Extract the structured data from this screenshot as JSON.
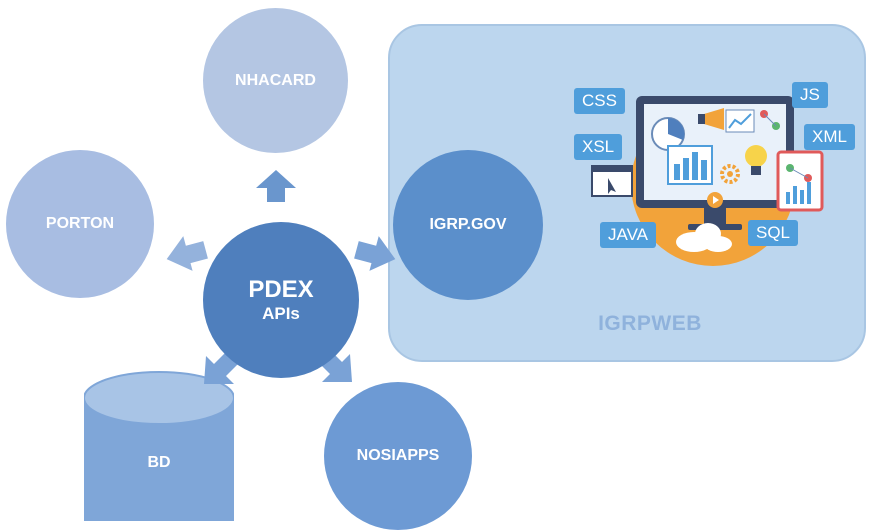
{
  "nodes": {
    "nhacard": "NHACARD",
    "porton": "PORTON",
    "pdex_title": "PDEX",
    "pdex_sub": "APIs",
    "igrpgov": "IGRP.GOV",
    "bd": "BD",
    "nosiapps": "NOSIAPPS"
  },
  "panel": {
    "label": "IGRPWEB"
  },
  "tech_tags": [
    "CSS",
    "JS",
    "XSL",
    "XML",
    "JAVA",
    "SQL"
  ],
  "icons": [
    "arrow-up-icon",
    "arrow-left-icon",
    "arrow-right-icon",
    "arrow-down-left-icon",
    "arrow-down-right-icon",
    "computer-monitor-icon",
    "cloud-icon",
    "lightbulb-icon",
    "gear-icon"
  ],
  "colors": {
    "panel": "#bcd6ee",
    "pdex": "#4f7fbd",
    "igrpgov": "#5b8fcb",
    "arrow": "#6a96cd"
  }
}
